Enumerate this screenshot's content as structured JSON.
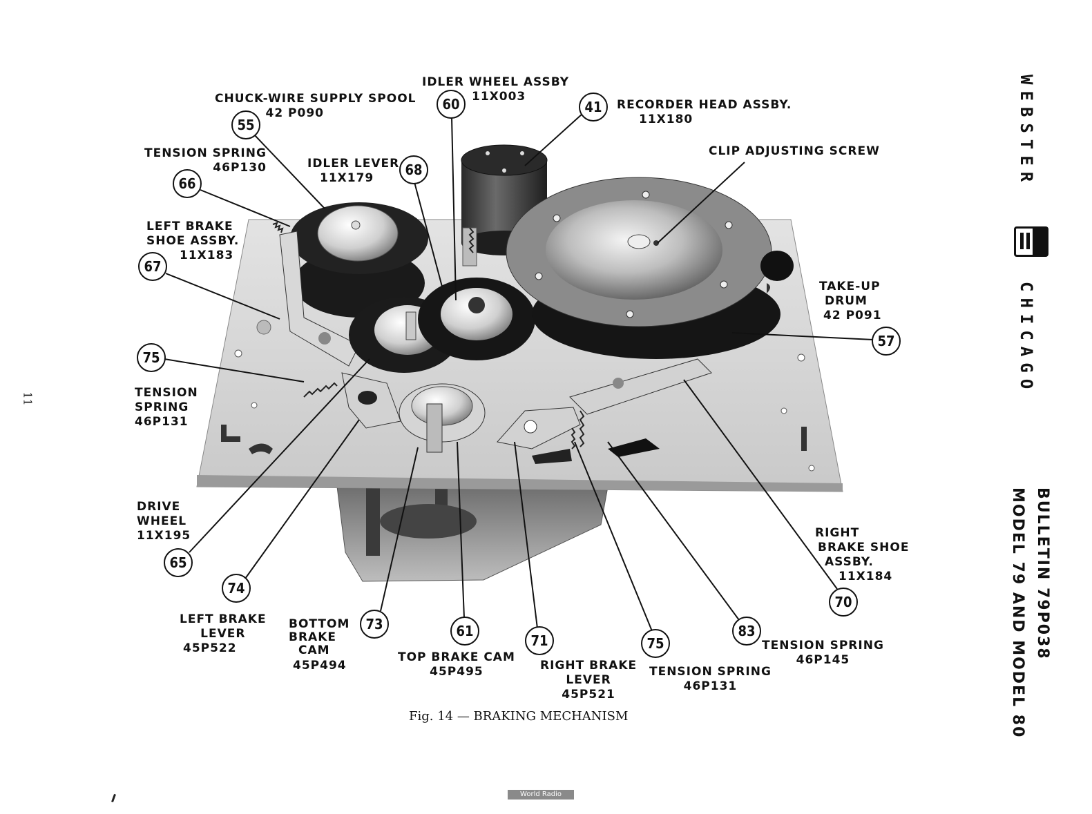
{
  "figure": {
    "caption": "Fig. 14 — BRAKING MECHANISM",
    "page_number": "11",
    "watermark": "World Radio History"
  },
  "sidebar": {
    "brand_top": "WEBSTER",
    "brand_bottom": "CHICAGO",
    "bulletin": "BULLETIN 79P038",
    "models": "MODEL 79 AND MODEL 80"
  },
  "callouts": {
    "c55": "55",
    "c60": "60",
    "c41": "41",
    "c66": "66",
    "c68": "68",
    "c67": "67",
    "c75a": "75",
    "c57": "57",
    "c65": "65",
    "c74": "74",
    "c73": "73",
    "c61": "61",
    "c71": "71",
    "c75b": "75",
    "c83": "83",
    "c70": "70"
  },
  "labels": {
    "chuck_wire": {
      "l1": "CHUCK-WIRE SUPPLY SPOOL",
      "l2": "42 P090"
    },
    "idler_wheel": {
      "l1": "IDLER WHEEL ASSBY",
      "l2": "11X003"
    },
    "recorder_head": {
      "l1": "RECORDER HEAD ASSBY.",
      "l2": "11X180"
    },
    "tension_66": {
      "l1": "TENSION SPRING",
      "l2": "46P130"
    },
    "idler_lever": {
      "l1": "IDLER LEVER",
      "l2": "11X179"
    },
    "clip_screw": {
      "l1": "CLIP ADJUSTING SCREW"
    },
    "left_brake_shoe": {
      "l1": "LEFT BRAKE",
      "l2": "SHOE ASSBY.",
      "l3": "11X183"
    },
    "take_up": {
      "l1": "TAKE-UP",
      "l2": "DRUM",
      "l3": "42 P091"
    },
    "tension_75a": {
      "l1": "TENSION",
      "l2": "SPRING",
      "l3": "46P131"
    },
    "drive_wheel": {
      "l1": "DRIVE",
      "l2": "WHEEL",
      "l3": "11X195"
    },
    "right_brake_shoe": {
      "l1": "RIGHT",
      "l2": "BRAKE SHOE",
      "l3": "ASSBY.",
      "l4": "11X184"
    },
    "left_brake_lever": {
      "l1": "LEFT BRAKE",
      "l2": "LEVER",
      "l3": "45P522"
    },
    "bottom_brake_cam": {
      "l1": "BOTTOM",
      "l2": "BRAKE",
      "l3": "CAM",
      "l4": "45P494"
    },
    "top_brake_cam": {
      "l1": "TOP BRAKE CAM",
      "l2": "45P495"
    },
    "right_brake_lever": {
      "l1": "RIGHT BRAKE",
      "l2": "LEVER",
      "l3": "45P521"
    },
    "tension_75b": {
      "l1": "TENSION SPRING",
      "l2": "46P131"
    },
    "tension_83": {
      "l1": "TENSION SPRING",
      "l2": "46P145"
    }
  }
}
